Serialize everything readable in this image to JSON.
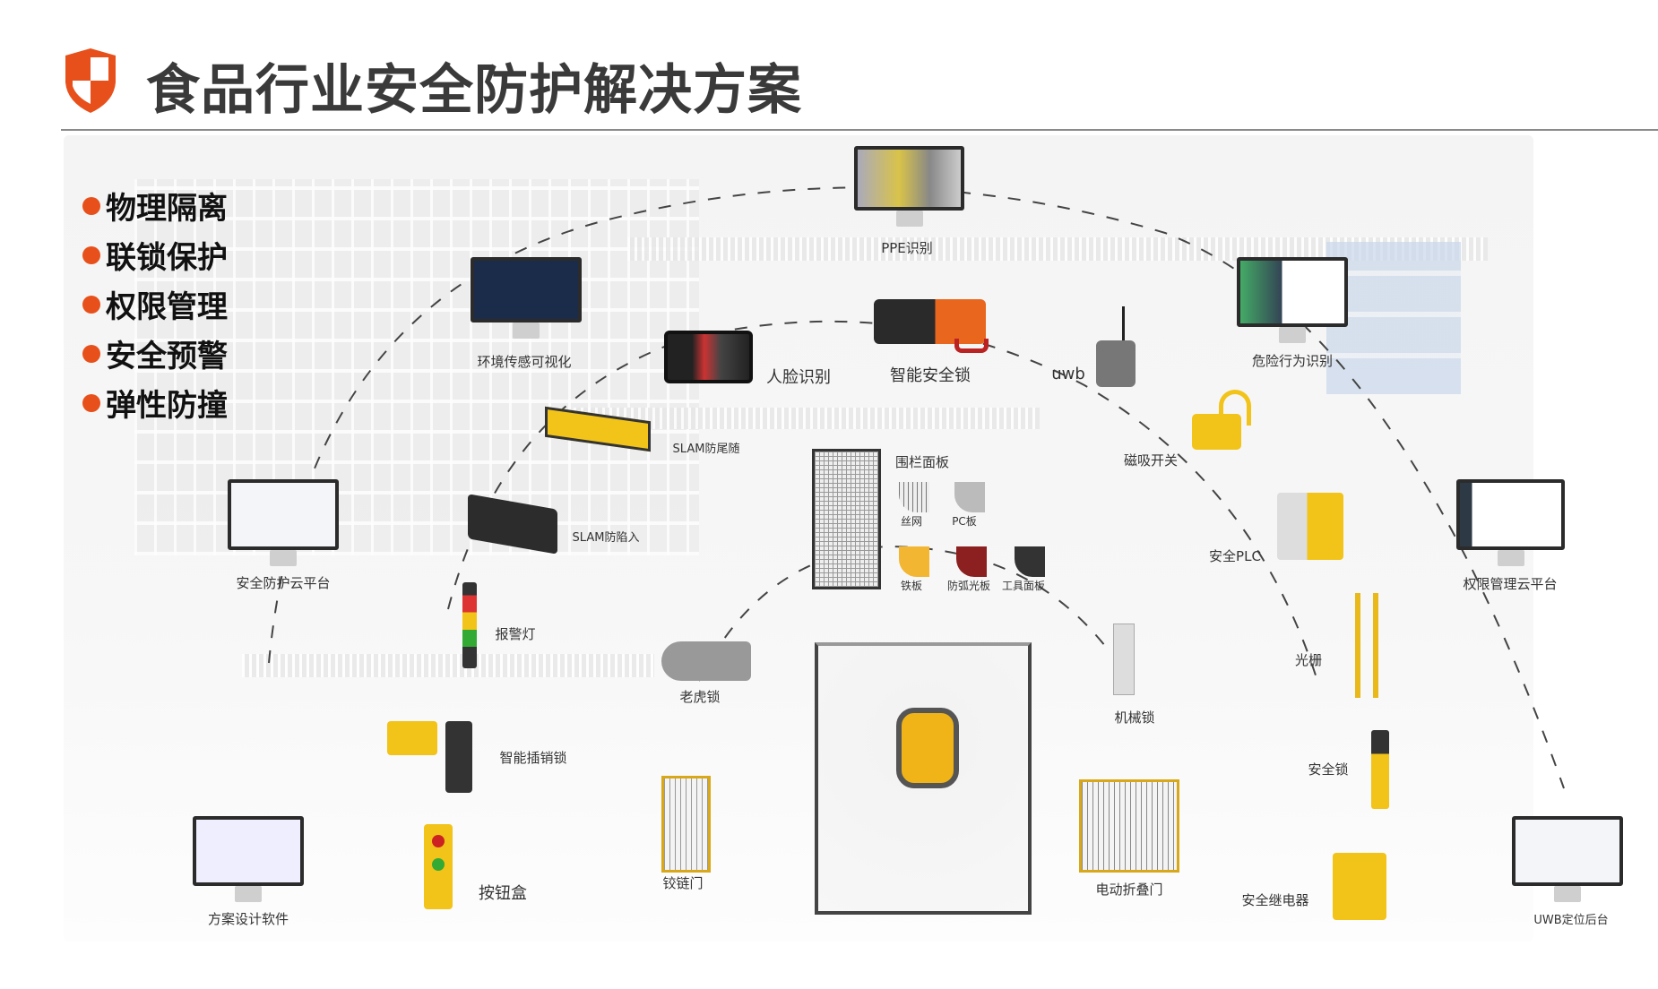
{
  "title": "食品行业安全防护解决方案",
  "colors": {
    "accent": "#e8501b",
    "yellow": "#f2c318"
  },
  "bullets": [
    "物理隔离",
    "联锁保护",
    "权限管理",
    "安全预警",
    "弹性防撞"
  ],
  "labels": {
    "ppe": "PPE识别",
    "env": "环境传感可视化",
    "face": "人脸识别",
    "smartlock": "智能安全锁",
    "uwb": "uwb",
    "danger": "危险行为识别",
    "slam_tail": "SLAM防尾随",
    "fence": "围栏面板",
    "wire": "丝网",
    "pc": "PC板",
    "iron": "铁板",
    "arc": "防弧光板",
    "tool": "工具面板",
    "magnet": "磁吸开关",
    "slam_trap": "SLAM防陷入",
    "cloud_safety": "安全防护云平台",
    "plc": "安全PLC",
    "cloud_perm": "权限管理云平台",
    "alarm": "报警灯",
    "tiger": "老虎锁",
    "grating": "光栅",
    "mech": "机械锁",
    "pin": "智能插销锁",
    "safelock": "安全锁",
    "design": "方案设计软件",
    "button": "按钮盒",
    "hinge": "铰链门",
    "folding": "电动折叠门",
    "relay": "安全继电器",
    "uwb_backend": "UWB定位后台"
  }
}
